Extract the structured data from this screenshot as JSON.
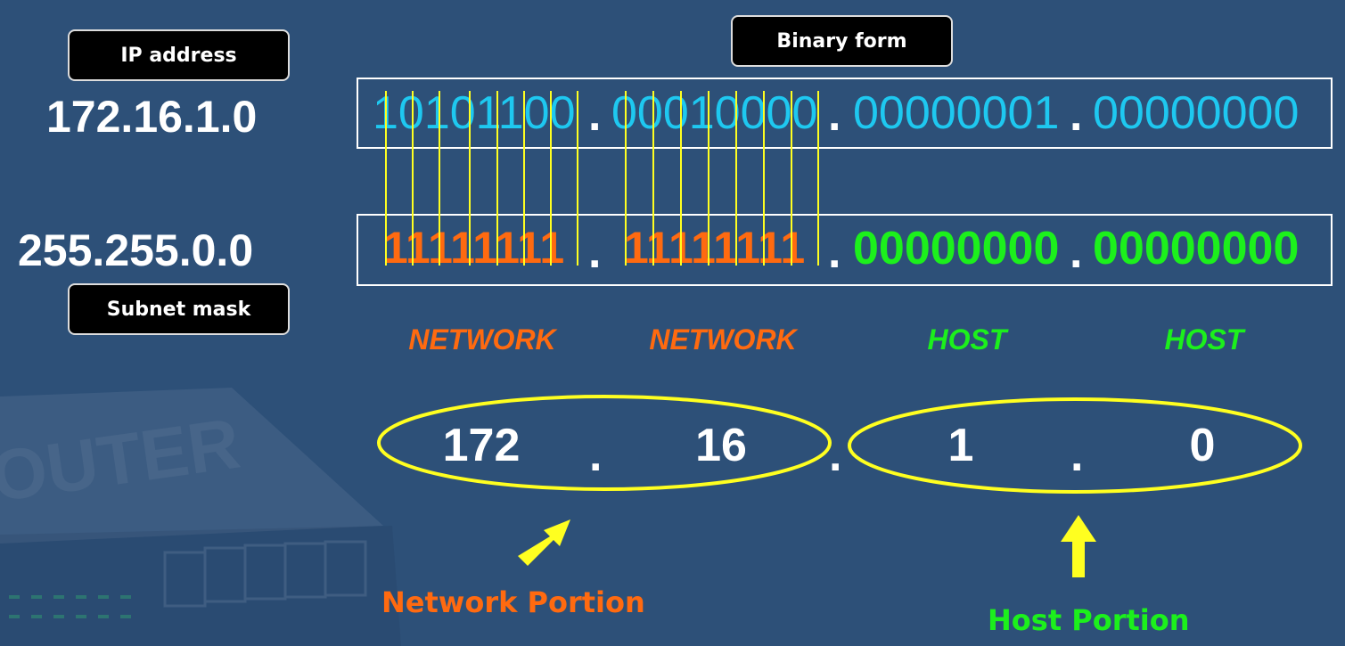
{
  "labels": {
    "ip_address": "IP address",
    "binary_form": "Binary form",
    "subnet_mask": "Subnet mask"
  },
  "ip": {
    "dotted": "172.16.1.0",
    "binary_octets": [
      "10101100",
      "00010000",
      "00000001",
      "00000000"
    ]
  },
  "mask": {
    "dotted": "255.255.0.0",
    "binary_octets": [
      "11111111",
      "11111111",
      "00000000",
      "00000000"
    ]
  },
  "separator": ".",
  "segments": [
    "NETWORK",
    "NETWORK",
    "HOST",
    "HOST"
  ],
  "decimal_octets": [
    "172",
    "16",
    "1",
    "0"
  ],
  "portions": {
    "network": "Network Portion",
    "host": "Host Portion"
  },
  "background_text": "OUTER",
  "colors": {
    "background": "#2d5078",
    "ip_binary": "#1ec8f0",
    "network": "#ff6a10",
    "host": "#1cf01c",
    "highlight": "#ffff20",
    "text": "#ffffff"
  }
}
